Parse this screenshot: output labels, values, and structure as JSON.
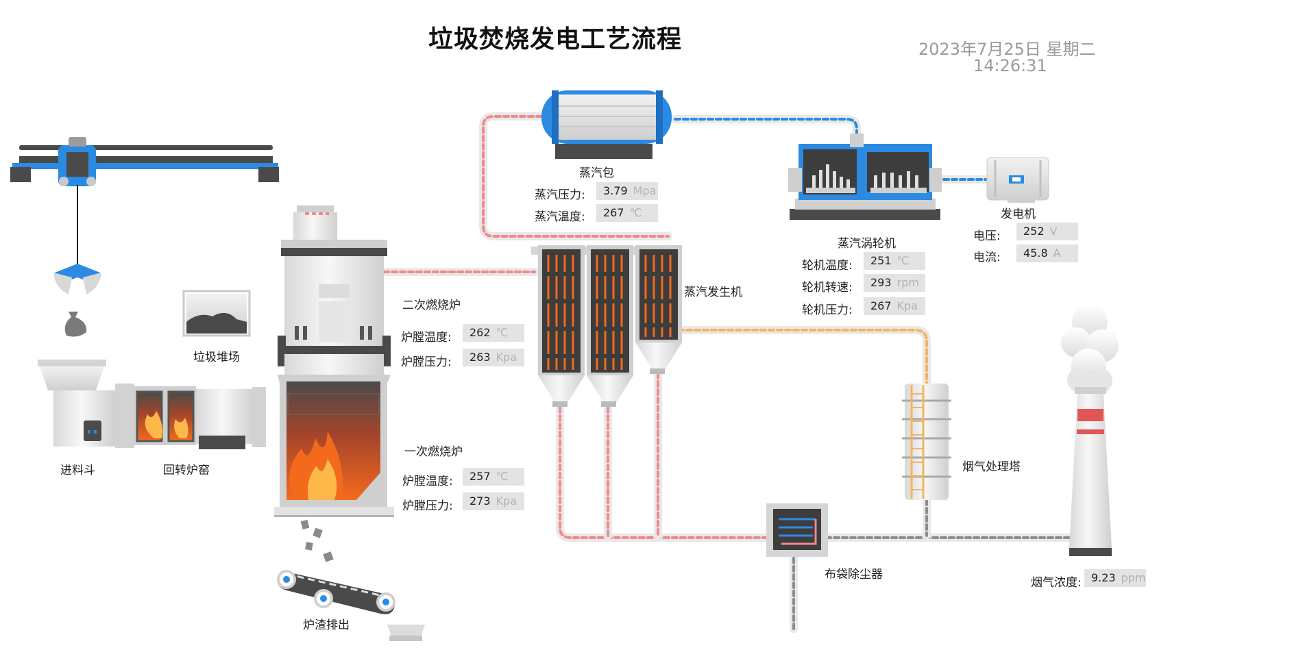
{
  "title": "垃圾焚烧发电工艺流程",
  "datetime": {
    "date": "2023年7月25日 星期二",
    "time": "14:26:31"
  },
  "labels": {
    "steam_drum": "蒸汽包",
    "turbine": "蒸汽涡轮机",
    "generator": "发电机",
    "steam_generator": "蒸汽发生机",
    "secondary_furnace": "二次燃烧炉",
    "primary_furnace": "一次燃烧炉",
    "garbage_yard": "垃圾堆场",
    "feed_hopper": "进料斗",
    "rotary_kiln": "回转炉窑",
    "slag_discharge": "炉渣排出",
    "bag_filter": "布袋除尘器",
    "flue_tower": "烟气处理塔"
  },
  "readings": {
    "drum_pressure": {
      "label": "蒸汽压力:",
      "value": "3.79",
      "unit": "Mpa"
    },
    "drum_temp": {
      "label": "蒸汽温度:",
      "value": "267",
      "unit": "℃"
    },
    "voltage": {
      "label": "电压:",
      "value": "252",
      "unit": "V"
    },
    "current": {
      "label": "电流:",
      "value": "45.8",
      "unit": "A"
    },
    "turbine_temp": {
      "label": "轮机温度:",
      "value": "251",
      "unit": "℃"
    },
    "turbine_speed": {
      "label": "轮机转速:",
      "value": "293",
      "unit": "rpm"
    },
    "turbine_pressure": {
      "label": "轮机压力:",
      "value": "267",
      "unit": "Kpa"
    },
    "sec_temp": {
      "label": "炉膛温度:",
      "value": "262",
      "unit": "℃"
    },
    "sec_pressure": {
      "label": "炉膛压力:",
      "value": "263",
      "unit": "Kpa"
    },
    "pri_temp": {
      "label": "炉膛温度:",
      "value": "257",
      "unit": "℃"
    },
    "pri_pressure": {
      "label": "炉膛压力:",
      "value": "273",
      "unit": "Kpa"
    },
    "flue_conc": {
      "label": "烟气浓度:",
      "value": "9.23",
      "unit": "ppm"
    }
  },
  "colors": {
    "steam_line": "#f08a8a",
    "water_line": "#2b8ae2",
    "flue_line": "#f6b35a",
    "exhaust_line": "#8e8e8e",
    "equipment_blue": "#2b8ae2",
    "flame": "#f36a1d"
  }
}
